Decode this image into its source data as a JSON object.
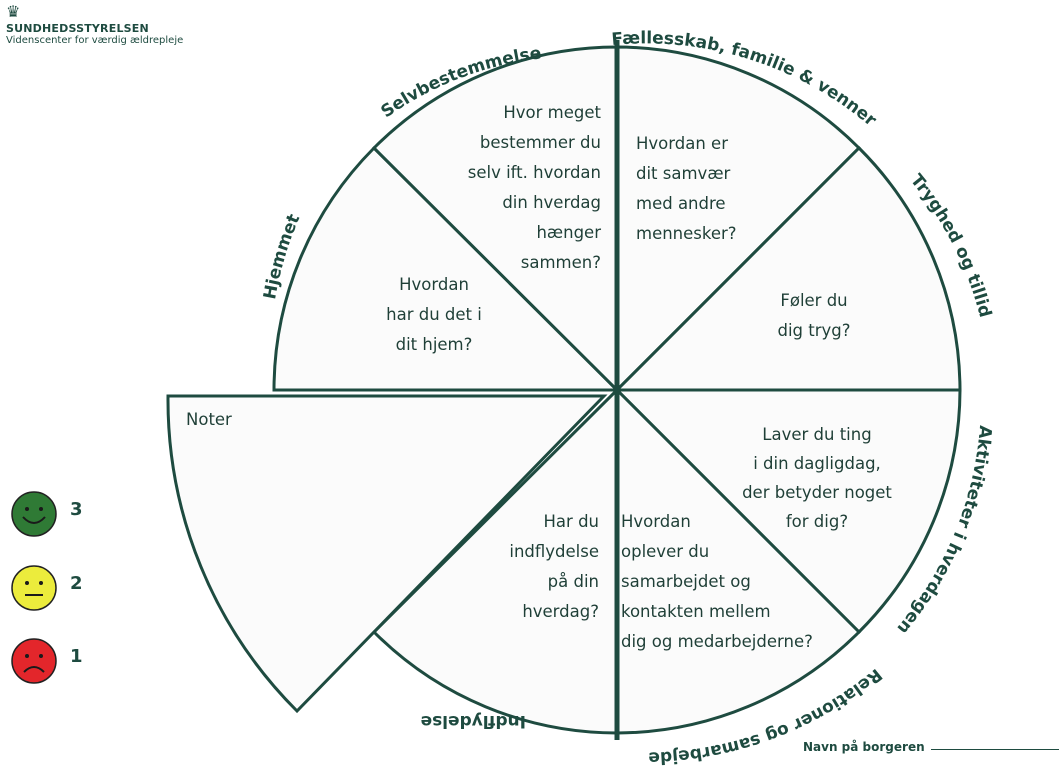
{
  "logo": {
    "crown_icon": "crown-icon",
    "org": "SUNDHEDSSTYRELSEN",
    "subtitle": "Videnscenter for værdig ældrepleje"
  },
  "categories": {
    "selvbestemmelse": "Selvbestemmelse",
    "faellesskab": "Fællesskab, familie & venner",
    "tryghed": "Tryghed og tillid",
    "aktiviteter": "Aktiviteter i hverdagen",
    "relationer": "Relationer og samarbejde",
    "indflydelse": "Indflydelse",
    "hjemmet": "Hjemmet"
  },
  "questions": {
    "selvbestemmelse": [
      "Hvor meget",
      "bestemmer du",
      "selv ift. hvordan",
      "din hverdag",
      "hænger",
      "sammen?"
    ],
    "faellesskab": [
      "Hvordan er",
      "dit samvær",
      "med andre",
      "mennesker?"
    ],
    "tryghed": [
      "Føler du",
      "dig tryg?"
    ],
    "aktiviteter": [
      "Laver du ting",
      "i din dagligdag,",
      "der betyder noget",
      "for dig?"
    ],
    "relationer": [
      "Hvordan",
      "oplever du",
      "samarbejdet og",
      "kontakten mellem",
      "dig og medarbejderne?"
    ],
    "indflydelse": [
      "Har du",
      "indflydelse",
      "på din",
      "hverdag?"
    ],
    "hjemmet": [
      "Hvordan",
      "har du det i",
      "dit hjem?"
    ]
  },
  "notes_label": "Noter",
  "scale": [
    {
      "value": "3",
      "icon": "happy-face-icon",
      "color": "#2f7a35"
    },
    {
      "value": "2",
      "icon": "neutral-face-icon",
      "color": "#ecec3c"
    },
    {
      "value": "1",
      "icon": "sad-face-icon",
      "color": "#e3262b"
    }
  ],
  "name_label": "Navn på borgeren",
  "colors": {
    "primary": "#1e4b40",
    "segment_fill": "#fbfbfb"
  }
}
